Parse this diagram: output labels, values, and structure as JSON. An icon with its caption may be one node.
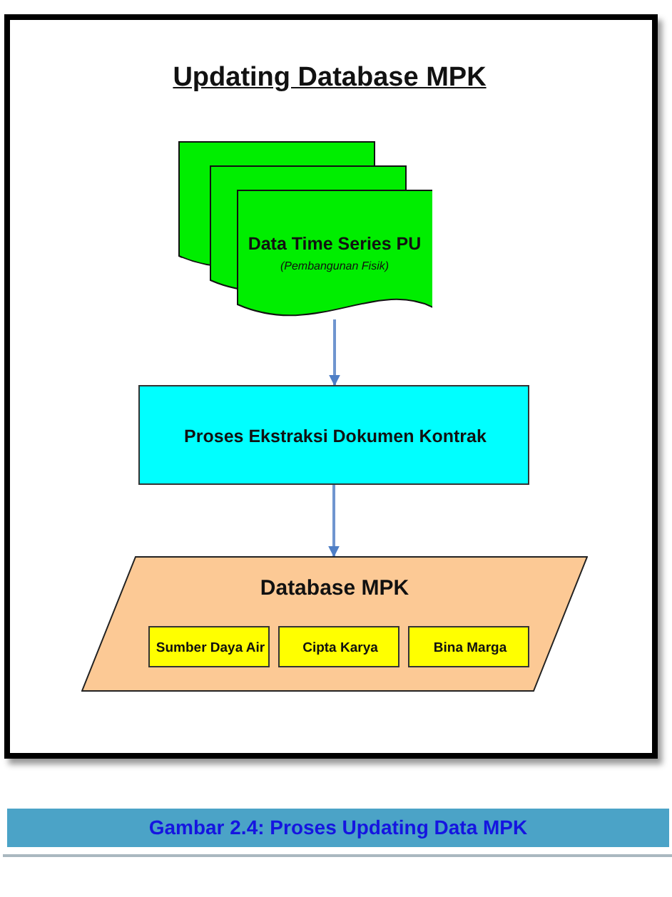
{
  "diagram": {
    "title": "Updating Database MPK",
    "caption": "Gambar 2.4: Proses Updating Data MPK",
    "nodes": [
      {
        "text": [
          "Data Time Series PU",
          "(Pembangunan Fisik)"
        ]
      },
      {
        "text": [
          "Proses Ekstraksi Dokumen Kontrak"
        ]
      },
      {
        "text": [
          "Database MPK"
        ]
      },
      {
        "text": [
          "Sumber Daya Air"
        ],
        "in": 2
      },
      {
        "text": [
          "Cipta Karya"
        ],
        "in": 2
      },
      {
        "text": [
          "Bina Marga"
        ],
        "in": 2
      }
    ],
    "edges": [
      {
        "from": 0,
        "to": 1,
        "arrow": "to"
      },
      {
        "from": 1,
        "to": 2,
        "arrow": "to"
      }
    ]
  }
}
